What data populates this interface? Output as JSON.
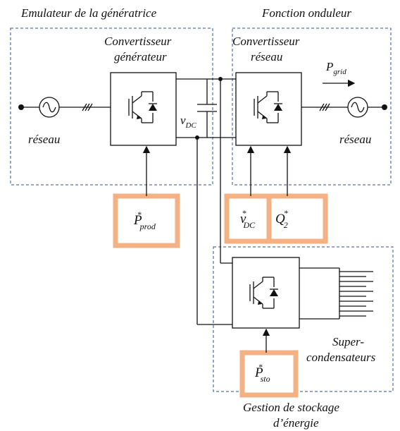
{
  "regions": {
    "emulator_title": "Emulateur de la génératrice",
    "inverter_title": "Fonction onduleur",
    "storage_title_1": "Gestion de stockage",
    "storage_title_2": "d’énergie"
  },
  "converters": {
    "generator_1": "Convertisseur",
    "generator_2": "générateur",
    "grid_1": "Convertisseur",
    "grid_2": "réseau"
  },
  "grids": {
    "left": "réseau",
    "right": "réseau"
  },
  "signals": {
    "p_grid": {
      "sym": "P",
      "sub": "grid"
    },
    "v_dc": {
      "sym": "v",
      "sub": "DC"
    },
    "p_prod": {
      "sym": "P",
      "sup": "*",
      "sub": "prod"
    },
    "v_dc_ref": {
      "sym": "v",
      "sup": "*",
      "sub": "DC"
    },
    "q2_ref": {
      "sym": "Q",
      "sup": "*",
      "sub": "2"
    },
    "p_sto": {
      "sym": "P",
      "sup": "*",
      "sub": "sto"
    }
  },
  "supercaps": {
    "line1": "Super-",
    "line2": "condensateurs"
  },
  "colors": {
    "reference_box_border": "#f4b183",
    "region_border": "#2f4f8f",
    "line": "#111111"
  }
}
